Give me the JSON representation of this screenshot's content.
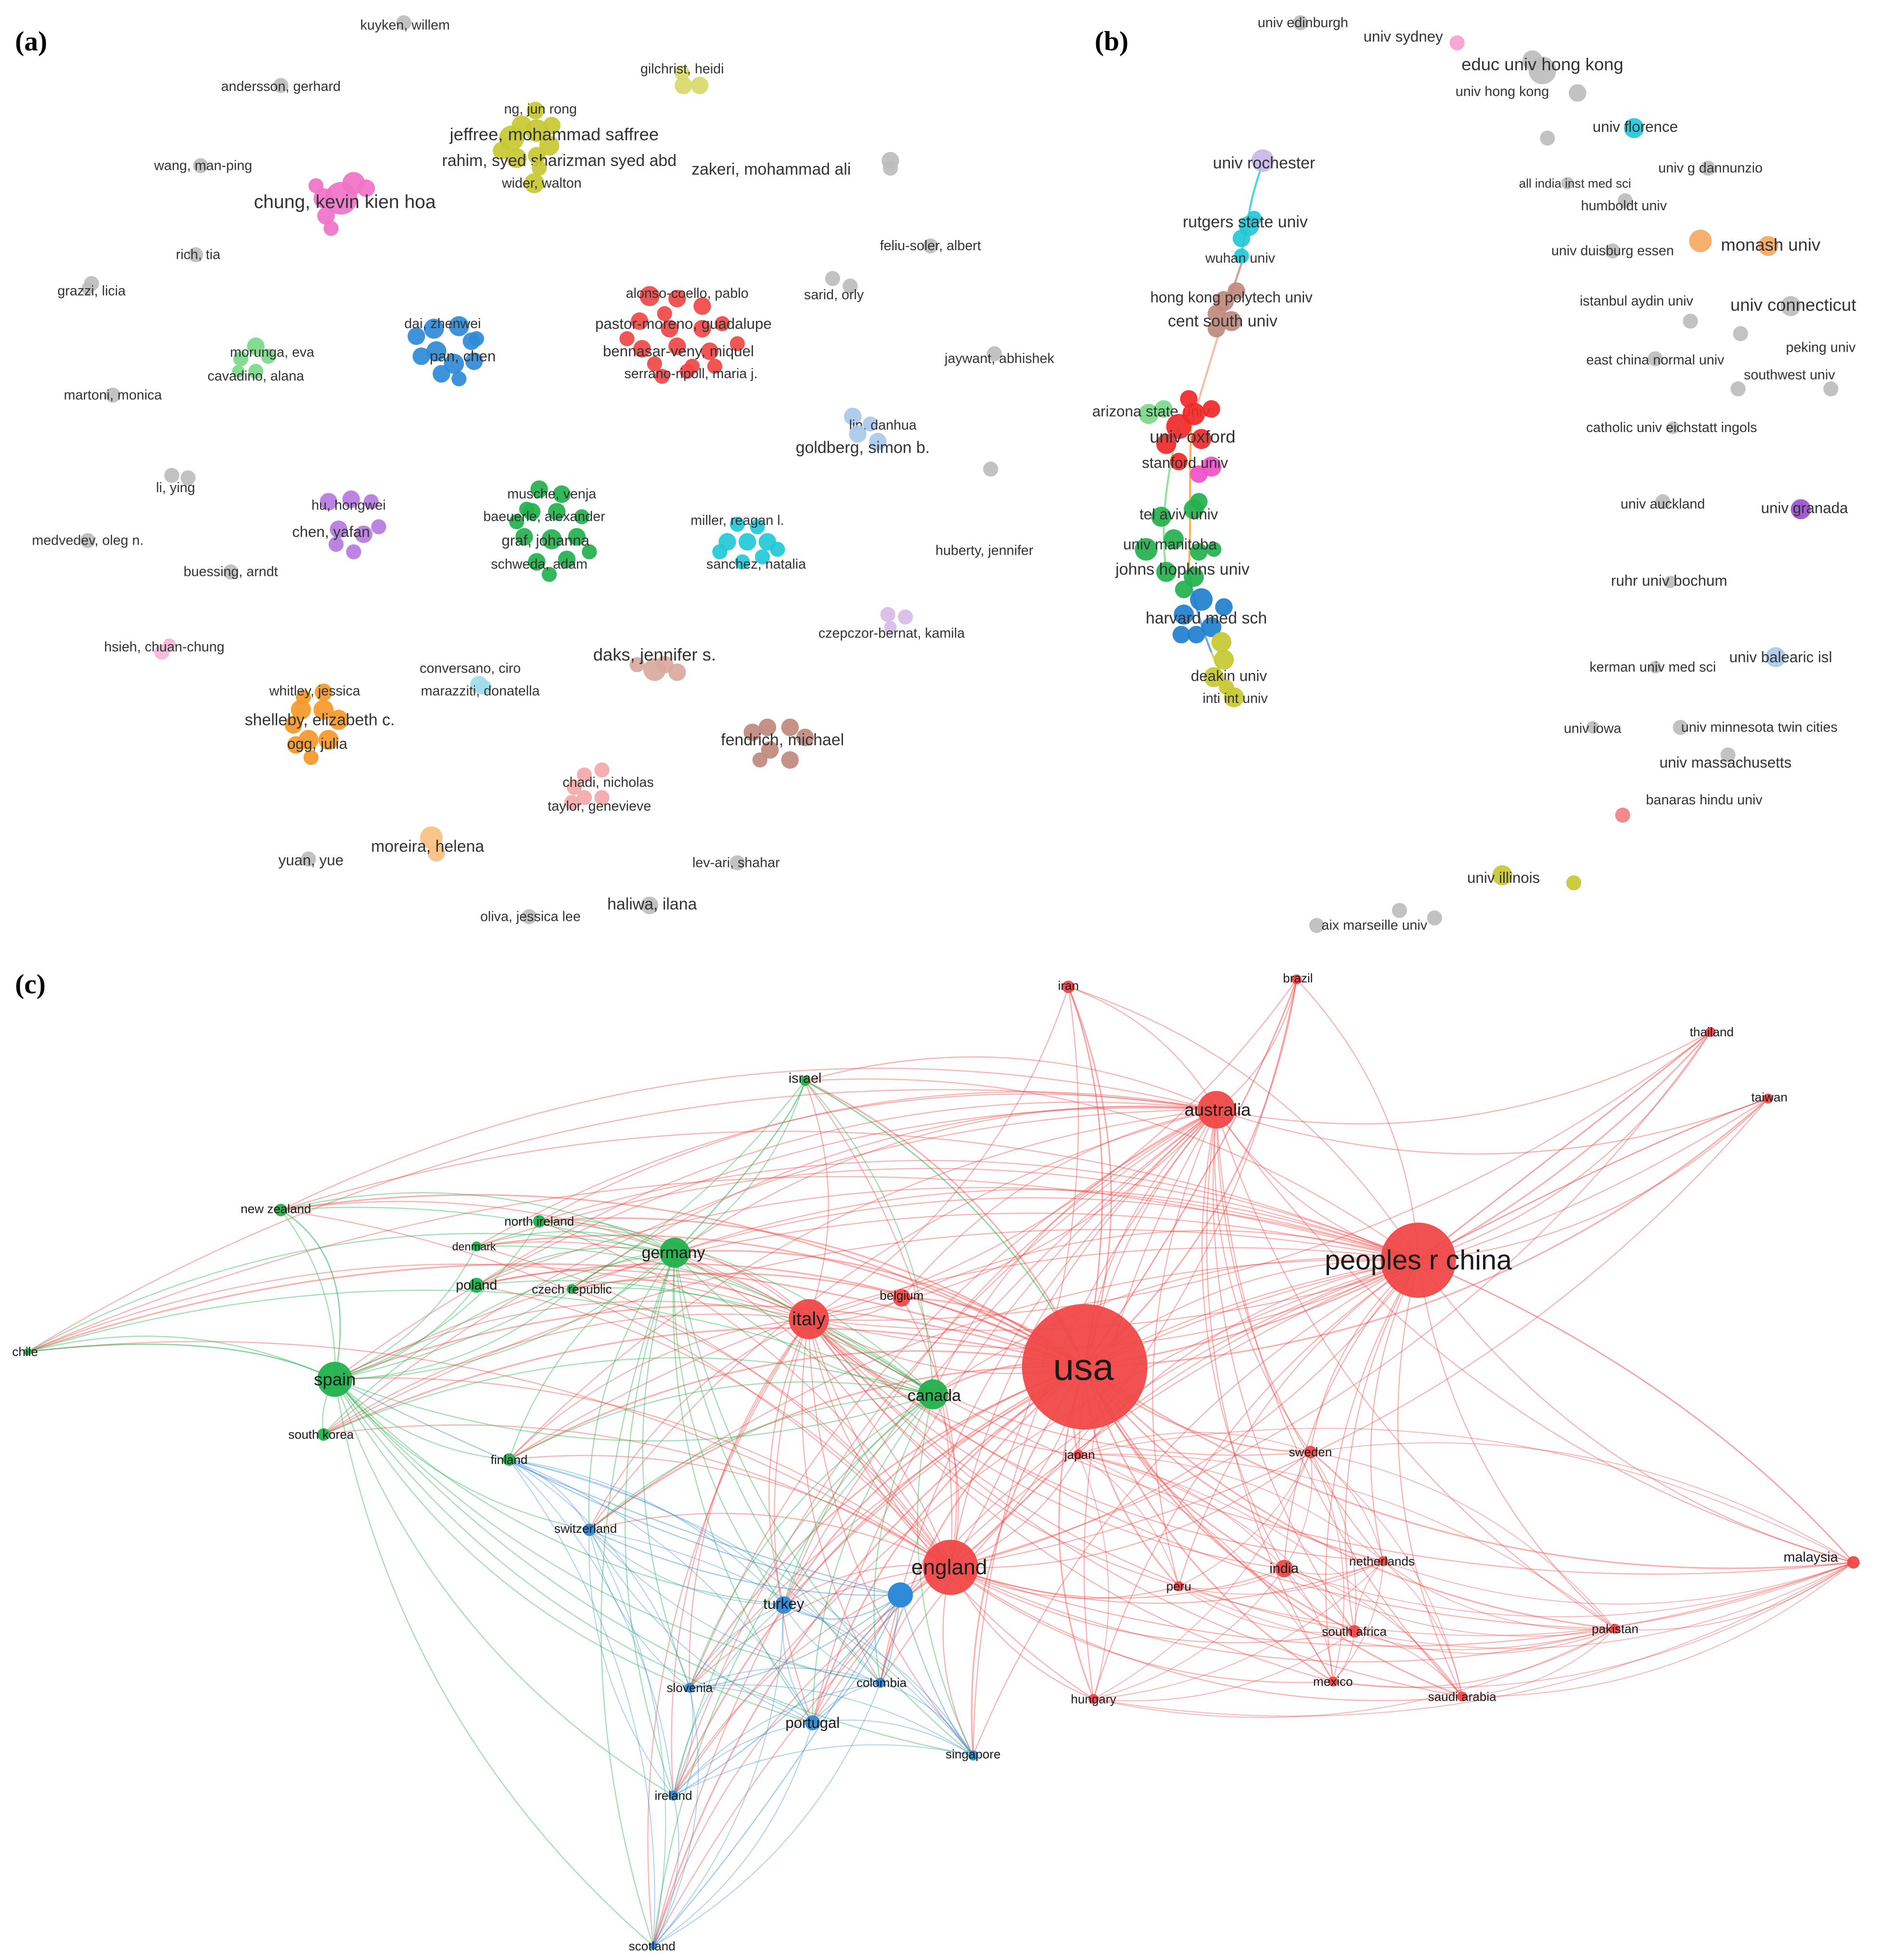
{
  "panels": [
    {
      "id": "a",
      "label": "(a)",
      "nodes": [
        {
          "label": "kuyken, willem",
          "color": "#bdbdbd"
        },
        {
          "label": "andersson, gerhard",
          "color": "#bdbdbd"
        },
        {
          "label": "gilchrist, heidi",
          "color": "#d9d96a"
        },
        {
          "label": "ng, jun rong",
          "color": "#c8c832"
        },
        {
          "label": "jeffree, mohammad saffree",
          "color": "#c8c832"
        },
        {
          "label": "rahim, syed sharizman syed abd",
          "color": "#c8c832"
        },
        {
          "label": "wider, walton",
          "color": "#c8c832"
        },
        {
          "label": "wang, man-ping",
          "color": "#bdbdbd"
        },
        {
          "label": "chung, kevin kien hoa",
          "color": "#f072c8"
        },
        {
          "label": "zakeri, mohammad ali",
          "color": "#bdbdbd"
        },
        {
          "label": "feliu-soler, albert",
          "color": "#bdbdbd"
        },
        {
          "label": "rich, tia",
          "color": "#bdbdbd"
        },
        {
          "label": "grazzi, licia",
          "color": "#bdbdbd"
        },
        {
          "label": "alonso-coello, pablo",
          "color": "#f04848"
        },
        {
          "label": "pastor-moreno, guadalupe",
          "color": "#f04848"
        },
        {
          "label": "bennasar-veny, miquel",
          "color": "#f04848"
        },
        {
          "label": "serrano-ripoll, maria j.",
          "color": "#f04848"
        },
        {
          "label": "sarid, orly",
          "color": "#bdbdbd"
        },
        {
          "label": "dai, zhenwei",
          "color": "#2f8ad8"
        },
        {
          "label": "pan, chen",
          "color": "#2f8ad8"
        },
        {
          "label": "morunga, eva",
          "color": "#7ad98a"
        },
        {
          "label": "cavadino, alana",
          "color": "#7ad98a"
        },
        {
          "label": "jaywant, abhishek",
          "color": "#bdbdbd"
        },
        {
          "label": "martoni, monica",
          "color": "#bdbdbd"
        },
        {
          "label": "lin, danhua",
          "color": "#a9c9ec"
        },
        {
          "label": "goldberg, simon b.",
          "color": "#a9c9ec"
        },
        {
          "label": "li, ying",
          "color": "#bdbdbd"
        },
        {
          "label": "hu, hongwei",
          "color": "#b57ae0"
        },
        {
          "label": "chen, yafan",
          "color": "#b57ae0"
        },
        {
          "label": "musche, venja",
          "color": "#22b14c"
        },
        {
          "label": "baeuerle, alexander",
          "color": "#22b14c"
        },
        {
          "label": "graf, johanna",
          "color": "#22b14c"
        },
        {
          "label": "schweda, adam",
          "color": "#22b14c"
        },
        {
          "label": "miller, reagan l.",
          "color": "#22c8d8"
        },
        {
          "label": "sanchez, natalia",
          "color": "#22c8d8"
        },
        {
          "label": "medvedev, oleg n.",
          "color": "#bdbdbd"
        },
        {
          "label": "huberty, jennifer",
          "color": "#bdbdbd"
        },
        {
          "label": "buessing, arndt",
          "color": "#bdbdbd"
        },
        {
          "label": "czepczor-bernat, kamila",
          "color": "#d8bce8"
        },
        {
          "label": "hsieh, chuan-chung",
          "color": "#f5b5d5"
        },
        {
          "label": "daks, jennifer s.",
          "color": "#d9a8a0"
        },
        {
          "label": "conversano, ciro",
          "color": "#9edcec"
        },
        {
          "label": "marazziti, donatella",
          "color": "#9edcec"
        },
        {
          "label": "whitley, jessica",
          "color": "#f5982a"
        },
        {
          "label": "shelleby, elizabeth c.",
          "color": "#f5982a"
        },
        {
          "label": "ogg, julia",
          "color": "#f5982a"
        },
        {
          "label": "fendrich, michael",
          "color": "#c0897e"
        },
        {
          "label": "chadi, nicholas",
          "color": "#f5a8a8"
        },
        {
          "label": "taylor, genevieve",
          "color": "#f5a8a8"
        },
        {
          "label": "moreira, helena",
          "color": "#f8c080"
        },
        {
          "label": "yuan, yue",
          "color": "#bdbdbd"
        },
        {
          "label": "lev-ari, shahar",
          "color": "#bdbdbd"
        },
        {
          "label": "haliwa, ilana",
          "color": "#bdbdbd"
        },
        {
          "label": "oliva, jessica lee",
          "color": "#bdbdbd"
        }
      ]
    },
    {
      "id": "b",
      "label": "(b)",
      "nodes": [
        {
          "label": "univ edinburgh",
          "color": "#bdbdbd"
        },
        {
          "label": "univ sydney",
          "color": "#f5a0d0"
        },
        {
          "label": "educ univ hong kong",
          "color": "#bdbdbd"
        },
        {
          "label": "univ hong kong",
          "color": "#bdbdbd"
        },
        {
          "label": "univ florence",
          "color": "#22c8d8"
        },
        {
          "label": "univ rochester",
          "color": "#c8b8e8"
        },
        {
          "label": "univ g dannunzio",
          "color": "#bdbdbd"
        },
        {
          "label": "all india inst med sci",
          "color": "#bdbdbd"
        },
        {
          "label": "humboldt univ",
          "color": "#bdbdbd"
        },
        {
          "label": "rutgers state univ",
          "color": "#22c8d8"
        },
        {
          "label": "monash univ",
          "color": "#f5a860"
        },
        {
          "label": "univ duisburg essen",
          "color": "#bdbdbd"
        },
        {
          "label": "wuhan univ",
          "color": "#22c8d8"
        },
        {
          "label": "hong kong polytech univ",
          "color": "#c0897e"
        },
        {
          "label": "cent south univ",
          "color": "#c0897e"
        },
        {
          "label": "istanbul aydin univ",
          "color": "#bdbdbd"
        },
        {
          "label": "univ connecticut",
          "color": "#bdbdbd"
        },
        {
          "label": "peking univ",
          "color": "#bdbdbd"
        },
        {
          "label": "east china normal univ",
          "color": "#bdbdbd"
        },
        {
          "label": "southwest univ",
          "color": "#bdbdbd"
        },
        {
          "label": "arizona state univ",
          "color": "#7ad98a"
        },
        {
          "label": "univ oxford",
          "color": "#f02828"
        },
        {
          "label": "catholic univ eichstatt ingols",
          "color": "#bdbdbd"
        },
        {
          "label": "stanford univ",
          "color": "#f050c8"
        },
        {
          "label": "univ auckland",
          "color": "#bdbdbd"
        },
        {
          "label": "univ granada",
          "color": "#9b4fd0"
        },
        {
          "label": "tel aviv univ",
          "color": "#22b14c"
        },
        {
          "label": "univ manitoba",
          "color": "#22b14c"
        },
        {
          "label": "johns hopkins univ",
          "color": "#22b14c"
        },
        {
          "label": "ruhr univ bochum",
          "color": "#bdbdbd"
        },
        {
          "label": "harvard med sch",
          "color": "#1f7fd0"
        },
        {
          "label": "kerman univ med sci",
          "color": "#bdbdbd"
        },
        {
          "label": "univ balearic isl",
          "color": "#a9c9ec"
        },
        {
          "label": "deakin univ",
          "color": "#c8c832"
        },
        {
          "label": "inti int univ",
          "color": "#c8c832"
        },
        {
          "label": "univ iowa",
          "color": "#bdbdbd"
        },
        {
          "label": "univ minnesota twin cities",
          "color": "#bdbdbd"
        },
        {
          "label": "univ massachusetts",
          "color": "#bdbdbd"
        },
        {
          "label": "banaras hindu univ",
          "color": "#f58080"
        },
        {
          "label": "univ illinois",
          "color": "#c8c832"
        },
        {
          "label": "aix marseille univ",
          "color": "#bdbdbd"
        }
      ]
    },
    {
      "id": "c",
      "label": "(c)",
      "clusters": {
        "red": "#f04848",
        "green": "#22b14c",
        "blue": "#2f8ad8"
      },
      "nodes": [
        {
          "label": "usa",
          "cluster": "red"
        },
        {
          "label": "peoples r china",
          "cluster": "red"
        },
        {
          "label": "england",
          "cluster": "red"
        },
        {
          "label": "australia",
          "cluster": "red"
        },
        {
          "label": "italy",
          "cluster": "red"
        },
        {
          "label": "belgium",
          "cluster": "red"
        },
        {
          "label": "iran",
          "cluster": "red"
        },
        {
          "label": "brazil",
          "cluster": "red"
        },
        {
          "label": "thailand",
          "cluster": "red"
        },
        {
          "label": "taiwan",
          "cluster": "red"
        },
        {
          "label": "japan",
          "cluster": "red"
        },
        {
          "label": "sweden",
          "cluster": "red"
        },
        {
          "label": "india",
          "cluster": "red"
        },
        {
          "label": "netherlands",
          "cluster": "red"
        },
        {
          "label": "peru",
          "cluster": "red"
        },
        {
          "label": "south africa",
          "cluster": "red"
        },
        {
          "label": "mexico",
          "cluster": "red"
        },
        {
          "label": "saudi arabia",
          "cluster": "red"
        },
        {
          "label": "pakistan",
          "cluster": "red"
        },
        {
          "label": "malaysia",
          "cluster": "red"
        },
        {
          "label": "hungary",
          "cluster": "red"
        },
        {
          "label": "spain",
          "cluster": "green"
        },
        {
          "label": "germany",
          "cluster": "green"
        },
        {
          "label": "canada",
          "cluster": "green"
        },
        {
          "label": "israel",
          "cluster": "green"
        },
        {
          "label": "new zealand",
          "cluster": "green"
        },
        {
          "label": "north ireland",
          "cluster": "green"
        },
        {
          "label": "denmark",
          "cluster": "green"
        },
        {
          "label": "poland",
          "cluster": "green"
        },
        {
          "label": "czech republic",
          "cluster": "green"
        },
        {
          "label": "chile",
          "cluster": "green"
        },
        {
          "label": "south korea",
          "cluster": "green"
        },
        {
          "label": "finland",
          "cluster": "green"
        },
        {
          "label": "switzerland",
          "cluster": "blue"
        },
        {
          "label": "turkey",
          "cluster": "blue"
        },
        {
          "label": "slovenia",
          "cluster": "blue"
        },
        {
          "label": "colombia",
          "cluster": "blue"
        },
        {
          "label": "portugal",
          "cluster": "blue"
        },
        {
          "label": "singapore",
          "cluster": "blue"
        },
        {
          "label": "ireland",
          "cluster": "blue"
        },
        {
          "label": "scotland",
          "cluster": "blue"
        }
      ]
    }
  ]
}
